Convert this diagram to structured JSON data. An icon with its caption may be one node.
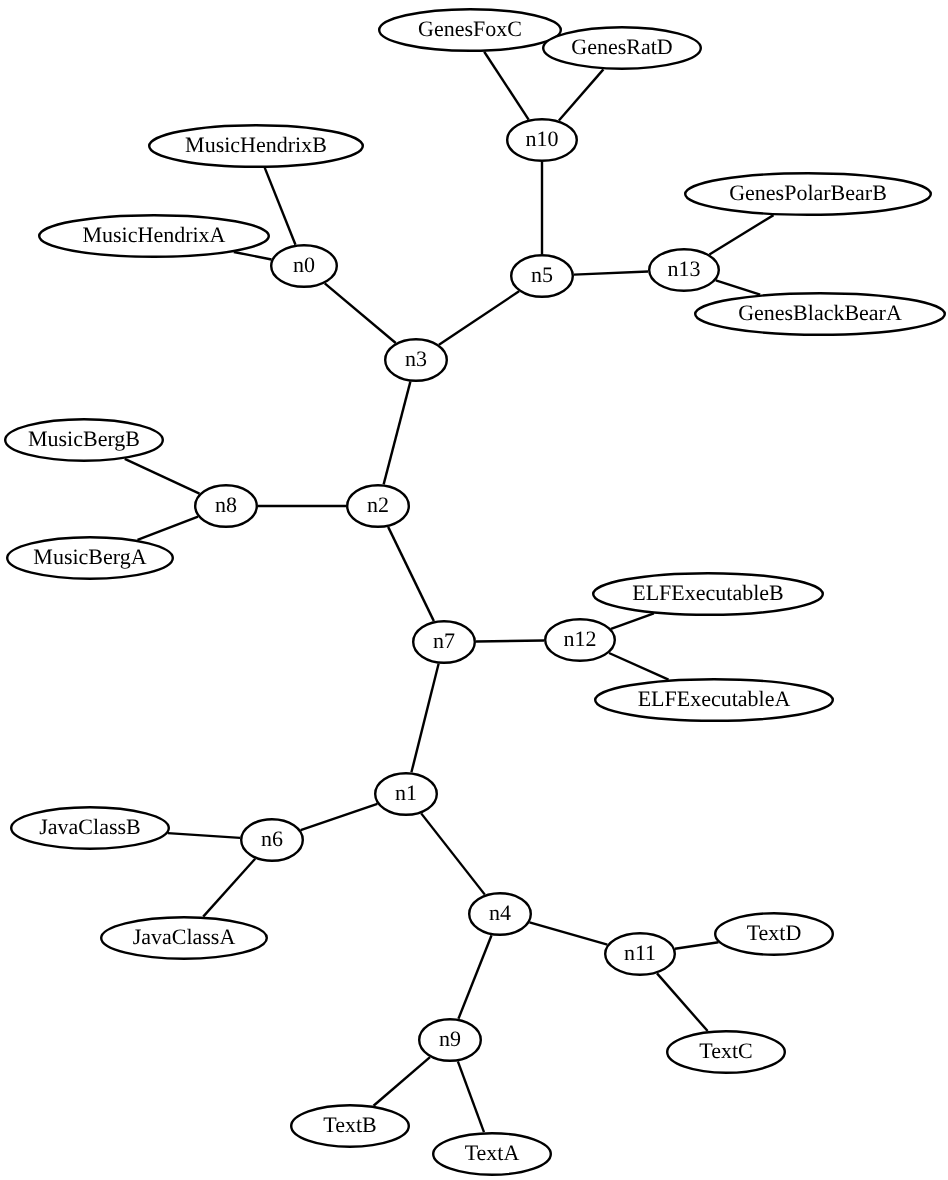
{
  "diagram": {
    "nodes": [
      {
        "text": [
          "GenesFoxC"
        ]
      },
      {
        "text": [
          "GenesRatD"
        ]
      },
      {
        "text": [
          "n10"
        ]
      },
      {
        "text": [
          "MusicHendrixB"
        ]
      },
      {
        "text": [
          "GenesPolarBearB"
        ]
      },
      {
        "text": [
          "MusicHendrixA"
        ]
      },
      {
        "text": [
          "n0"
        ]
      },
      {
        "text": [
          "n13"
        ]
      },
      {
        "text": [
          "n5"
        ]
      },
      {
        "text": [
          "GenesBlackBearA"
        ]
      },
      {
        "text": [
          "n3"
        ]
      },
      {
        "text": [
          "MusicBergB"
        ]
      },
      {
        "text": [
          "n8"
        ]
      },
      {
        "text": [
          "n2"
        ]
      },
      {
        "text": [
          "MusicBergA"
        ]
      },
      {
        "text": [
          "ELFExecutableB"
        ]
      },
      {
        "text": [
          "n12"
        ]
      },
      {
        "text": [
          "n7"
        ]
      },
      {
        "text": [
          "ELFExecutableA"
        ]
      },
      {
        "text": [
          "n1"
        ]
      },
      {
        "text": [
          "JavaClassB"
        ]
      },
      {
        "text": [
          "n6"
        ]
      },
      {
        "text": [
          "n4"
        ]
      },
      {
        "text": [
          "JavaClassA"
        ]
      },
      {
        "text": [
          "TextD"
        ]
      },
      {
        "text": [
          "n11"
        ]
      },
      {
        "text": [
          "n9"
        ]
      },
      {
        "text": [
          "TextC"
        ]
      },
      {
        "text": [
          "TextB"
        ]
      },
      {
        "text": [
          "TextA"
        ]
      }
    ],
    "edges": [
      {
        "from": 0,
        "to": 2,
        "arrow": "none"
      },
      {
        "from": 1,
        "to": 2,
        "arrow": "none"
      },
      {
        "from": 2,
        "to": 8,
        "arrow": "none"
      },
      {
        "from": 3,
        "to": 6,
        "arrow": "none"
      },
      {
        "from": 5,
        "to": 6,
        "arrow": "none"
      },
      {
        "from": 6,
        "to": 10,
        "arrow": "none"
      },
      {
        "from": 8,
        "to": 10,
        "arrow": "none"
      },
      {
        "from": 8,
        "to": 7,
        "arrow": "none"
      },
      {
        "from": 7,
        "to": 4,
        "arrow": "none"
      },
      {
        "from": 7,
        "to": 9,
        "arrow": "none"
      },
      {
        "from": 10,
        "to": 13,
        "arrow": "none"
      },
      {
        "from": 11,
        "to": 12,
        "arrow": "none"
      },
      {
        "from": 14,
        "to": 12,
        "arrow": "none"
      },
      {
        "from": 12,
        "to": 13,
        "arrow": "none"
      },
      {
        "from": 13,
        "to": 17,
        "arrow": "none"
      },
      {
        "from": 17,
        "to": 16,
        "arrow": "none"
      },
      {
        "from": 16,
        "to": 15,
        "arrow": "none"
      },
      {
        "from": 16,
        "to": 18,
        "arrow": "none"
      },
      {
        "from": 17,
        "to": 19,
        "arrow": "none"
      },
      {
        "from": 19,
        "to": 21,
        "arrow": "none"
      },
      {
        "from": 21,
        "to": 20,
        "arrow": "none"
      },
      {
        "from": 21,
        "to": 23,
        "arrow": "none"
      },
      {
        "from": 19,
        "to": 22,
        "arrow": "none"
      },
      {
        "from": 22,
        "to": 25,
        "arrow": "none"
      },
      {
        "from": 25,
        "to": 24,
        "arrow": "none"
      },
      {
        "from": 25,
        "to": 27,
        "arrow": "none"
      },
      {
        "from": 22,
        "to": 26,
        "arrow": "none"
      },
      {
        "from": 26,
        "to": 28,
        "arrow": "none"
      },
      {
        "from": 26,
        "to": 29,
        "arrow": "none"
      }
    ]
  }
}
